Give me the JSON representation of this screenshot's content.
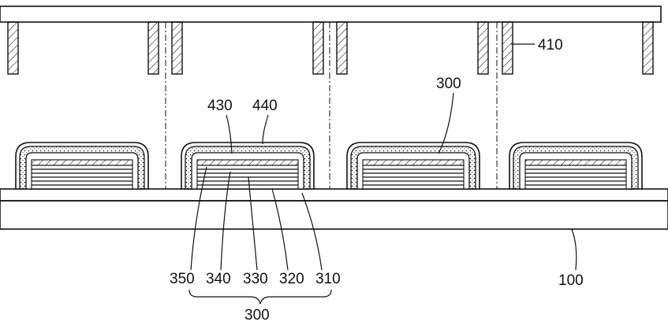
{
  "labels": {
    "mask_pillar": "410",
    "layer_430": "430",
    "layer_440": "440",
    "stack_top": "300",
    "l350": "350",
    "l340": "340",
    "l330": "330",
    "l320": "320",
    "l310": "310",
    "substrate": "100",
    "stack_bottom": "300"
  },
  "colors": {
    "stroke": "#111111",
    "background": "#ffffff"
  }
}
